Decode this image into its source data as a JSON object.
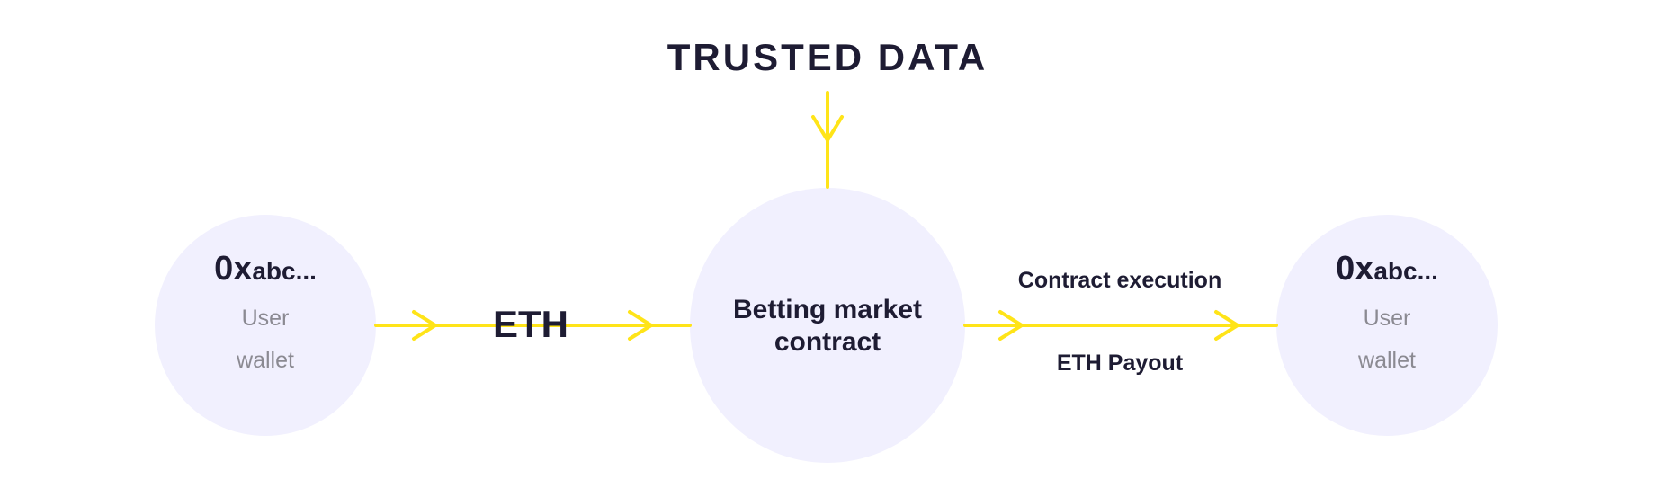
{
  "diagram": {
    "title": "TRUSTED DATA",
    "left_wallet": {
      "address_prefix": "0x",
      "address_suffix": "abc...",
      "line1": "User",
      "line2": "wallet"
    },
    "contract": {
      "label": "Betting market contract"
    },
    "right_wallet": {
      "address_prefix": "0x",
      "address_suffix": "abc...",
      "line1": "User",
      "line2": "wallet"
    },
    "deposit_label": "ETH",
    "execution_label": "Contract execution",
    "payout_label": "ETH Payout"
  },
  "colors": {
    "node_fill": "#f1f0fe",
    "arrow": "#ffe418",
    "text_dark": "#1e1c33",
    "text_muted": "#8b8a92"
  }
}
